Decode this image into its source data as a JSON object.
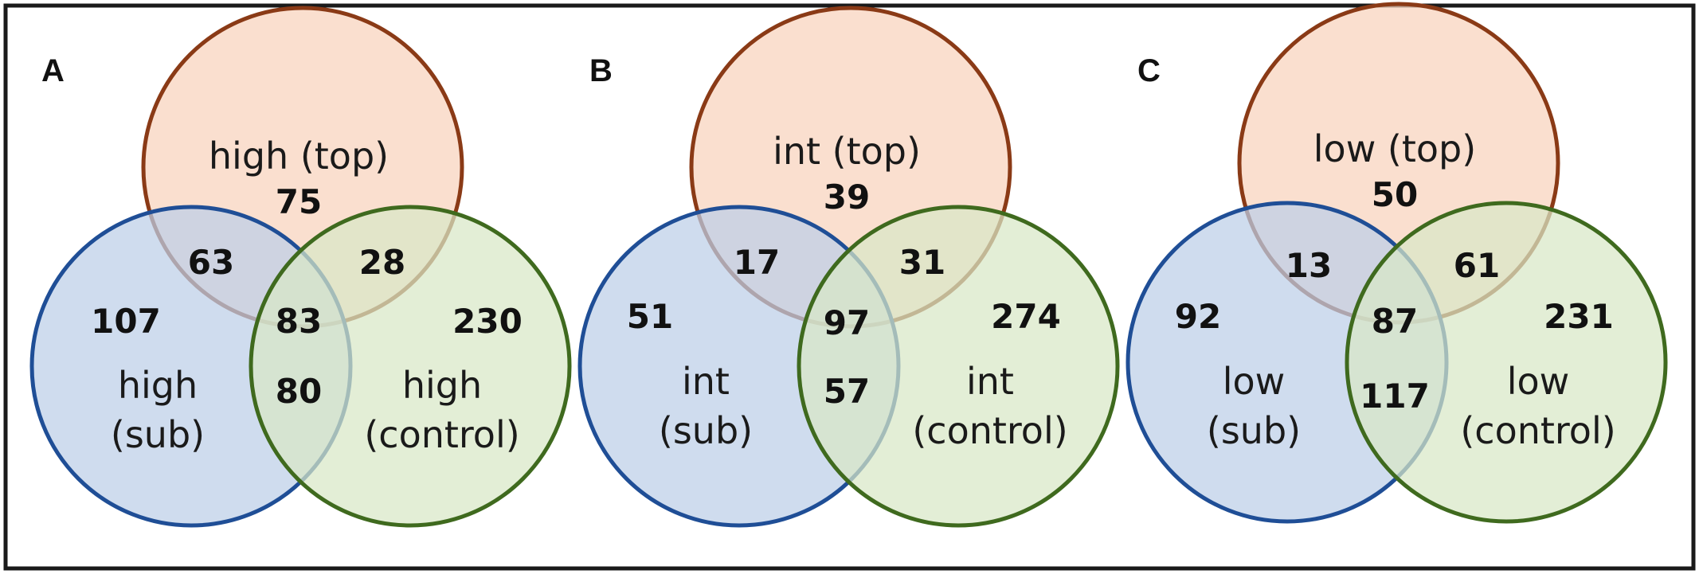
{
  "colors": {
    "top_fill": "#f8d3bd",
    "top_stroke": "#8a3a16",
    "sub_fill": "#bccfe8",
    "sub_stroke": "#1f4e96",
    "control_fill": "#d8e8c6",
    "control_stroke": "#3f6a1e",
    "frame": "#1a1a1a"
  },
  "panels": [
    {
      "letter": "A",
      "top_label": "high (top)",
      "sub_label": [
        "high",
        "(sub)"
      ],
      "control_label": [
        "high",
        "(control)"
      ],
      "counts": {
        "top_only": "75",
        "sub_only": "107",
        "control_only": "230",
        "top_sub": "63",
        "top_control": "28",
        "sub_control": "80",
        "all": "83"
      }
    },
    {
      "letter": "B",
      "top_label": "int (top)",
      "sub_label": [
        "int",
        "(sub)"
      ],
      "control_label": [
        "int",
        "(control)"
      ],
      "counts": {
        "top_only": "39",
        "sub_only": "51",
        "control_only": "274",
        "top_sub": "17",
        "top_control": "31",
        "sub_control": "57",
        "all": "97"
      }
    },
    {
      "letter": "C",
      "top_label": "low (top)",
      "sub_label": [
        "low",
        "(sub)"
      ],
      "control_label": [
        "low",
        "(control)"
      ],
      "counts": {
        "top_only": "50",
        "sub_only": "92",
        "control_only": "231",
        "top_sub": "13",
        "top_control": "61",
        "sub_control": "117",
        "all": "87"
      }
    }
  ]
}
